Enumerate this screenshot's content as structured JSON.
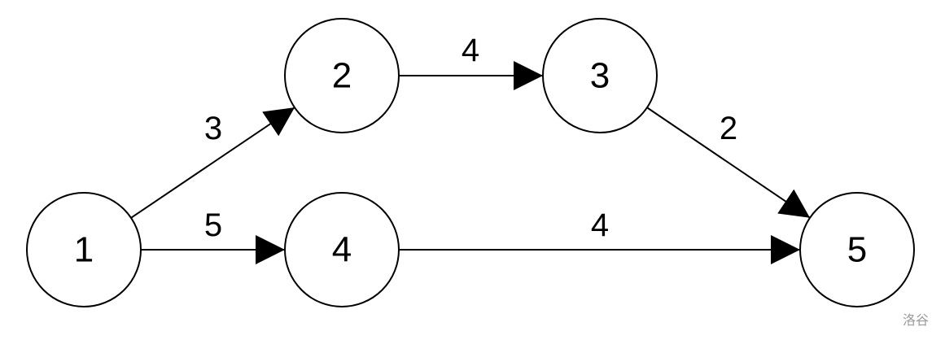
{
  "graph": {
    "nodes": [
      {
        "id": "1",
        "label": "1"
      },
      {
        "id": "2",
        "label": "2"
      },
      {
        "id": "3",
        "label": "3"
      },
      {
        "id": "4",
        "label": "4"
      },
      {
        "id": "5",
        "label": "5"
      }
    ],
    "edges": [
      {
        "from": "1",
        "to": "2",
        "label": "3"
      },
      {
        "from": "1",
        "to": "4",
        "label": "5"
      },
      {
        "from": "2",
        "to": "3",
        "label": "4"
      },
      {
        "from": "3",
        "to": "5",
        "label": "2"
      },
      {
        "from": "4",
        "to": "5",
        "label": "4"
      }
    ]
  },
  "watermark": "洛谷"
}
